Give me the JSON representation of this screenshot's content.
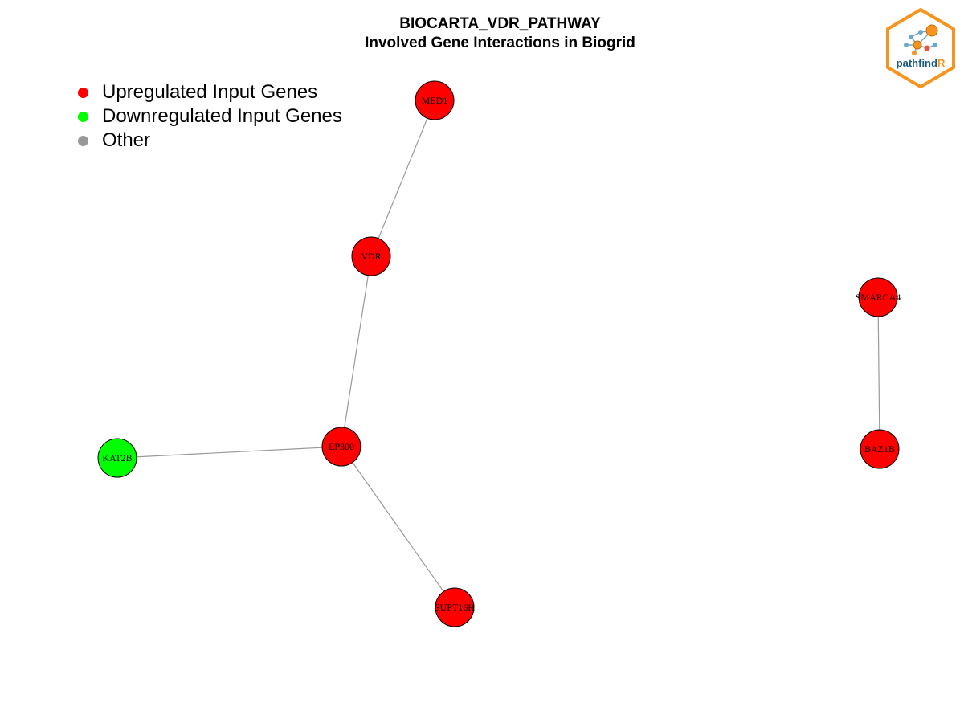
{
  "title": "BIOCARTA_VDR_PATHWAY",
  "subtitle": "Involved Gene Interactions in Biogrid",
  "legend": [
    {
      "label": "Upregulated Input Genes",
      "color": "#ff0000"
    },
    {
      "label": "Downregulated Input Genes",
      "color": "#00ff00"
    },
    {
      "label": "Other",
      "color": "#999999"
    }
  ],
  "colors": {
    "up": "#ff0000",
    "down": "#00ff00",
    "other": "#999999",
    "edge": "#999999",
    "node_border": "#000000"
  },
  "nodes": [
    {
      "id": "MED1",
      "label": "MED1",
      "status": "up"
    },
    {
      "id": "VDR",
      "label": "VDR",
      "status": "up"
    },
    {
      "id": "EP300",
      "label": "EP300",
      "status": "up"
    },
    {
      "id": "KAT2B",
      "label": "KAT2B",
      "status": "down"
    },
    {
      "id": "SUPT16H",
      "label": "SUPT16H",
      "status": "up"
    },
    {
      "id": "SMARCA4",
      "label": "SMARCA4",
      "status": "up"
    },
    {
      "id": "BAZ1B",
      "label": "BAZ1B",
      "status": "up"
    }
  ],
  "edges": [
    {
      "source": "MED1",
      "target": "VDR"
    },
    {
      "source": "VDR",
      "target": "EP300"
    },
    {
      "source": "EP300",
      "target": "KAT2B"
    },
    {
      "source": "EP300",
      "target": "SUPT16H"
    },
    {
      "source": "SMARCA4",
      "target": "BAZ1B"
    }
  ],
  "logo": {
    "text_main": "pathfind",
    "text_accent": "R",
    "border_color": "#f7941d",
    "accent_color": "#f7941d",
    "text_color": "#1c5a7d"
  }
}
